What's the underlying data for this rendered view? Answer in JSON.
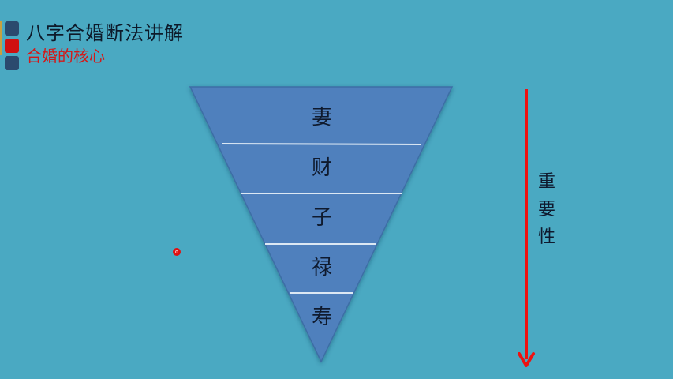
{
  "header": {
    "title": "八字合婚断法讲解",
    "subtitle": "合婚的核心",
    "bullet_colors": [
      "#2b4a6e",
      "#d01010",
      "#2b4a6e"
    ]
  },
  "funnel": {
    "fill_color": "#4f80bd",
    "divider_color": "#dce8f4",
    "levels": [
      {
        "label": "妻"
      },
      {
        "label": "财"
      },
      {
        "label": "子"
      },
      {
        "label": "禄"
      },
      {
        "label": "寿"
      }
    ]
  },
  "arrow": {
    "color": "#ee1111",
    "label_chars": [
      "重",
      "要",
      "性"
    ]
  }
}
